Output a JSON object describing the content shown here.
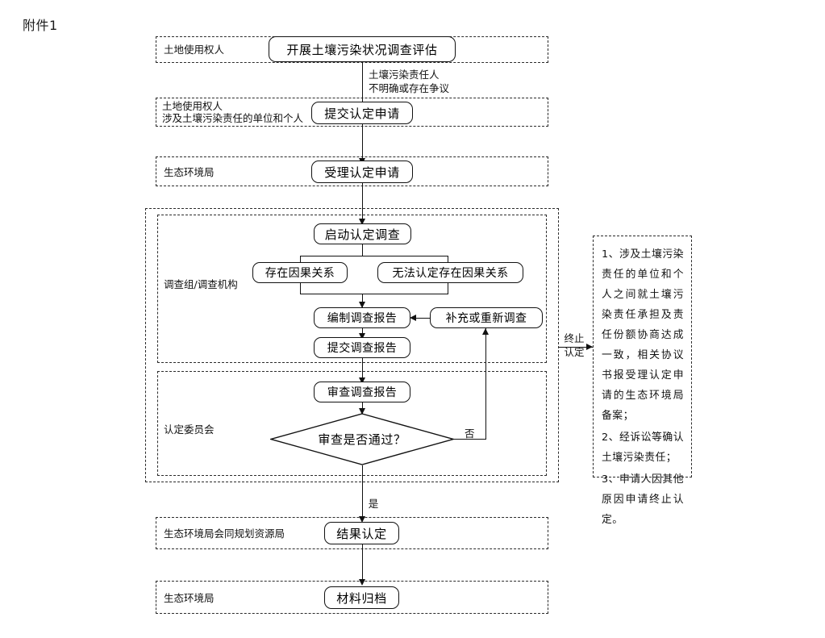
{
  "document": {
    "attachment_label": "附件1"
  },
  "lanes": [
    {
      "id": "lane-land-user",
      "label": "土地使用权人"
    },
    {
      "id": "lane-land-user-and-parties",
      "label": "土地使用权人\n涉及土壤污染责任的单位和个人"
    },
    {
      "id": "lane-eco-bureau-accept",
      "label": "生态环境局"
    },
    {
      "id": "lane-investigation-group",
      "label": "调查组/调查机构"
    },
    {
      "id": "lane-determination-committee",
      "label": "认定委员会"
    },
    {
      "id": "lane-eco-bureau-with-planning",
      "label": "生态环境局会同规划资源局"
    },
    {
      "id": "lane-eco-bureau-archive",
      "label": "生态环境局"
    }
  ],
  "nodes": {
    "survey_assessment": "开展土壤污染状况调查评估",
    "submit_application": "提交认定申请",
    "accept_application": "受理认定申请",
    "start_investigation": "启动认定调查",
    "causal_exists": "存在因果关系",
    "causal_undetermined": "无法认定存在因果关系",
    "compile_report": "编制调查报告",
    "supplement_or_reinvestigate": "补充或重新调查",
    "submit_report": "提交调查报告",
    "review_report": "审查调查报告",
    "decision_pass": "审查是否通过？",
    "result_determination": "结果认定",
    "archive_materials": "材料归档"
  },
  "edge_labels": {
    "responsible_party_unclear": "土壤污染责任人\n不明确或存在争议",
    "no": "否",
    "yes": "是",
    "terminate_determination": "终止\n认定"
  },
  "side_note": {
    "items": [
      "1、涉及土壤污染责任的单位和个人之间就土壤污染责任承担及责任份额协商达成一致，相关协议书报受理认定申请的生态环境局备案；",
      "2、经诉讼等确认土壤污染责任；",
      "3、申请人因其他原因申请终止认定。"
    ]
  },
  "colors": {
    "stroke": "#111111",
    "dashed_stroke": "#2b2b2b",
    "background": "#ffffff"
  }
}
